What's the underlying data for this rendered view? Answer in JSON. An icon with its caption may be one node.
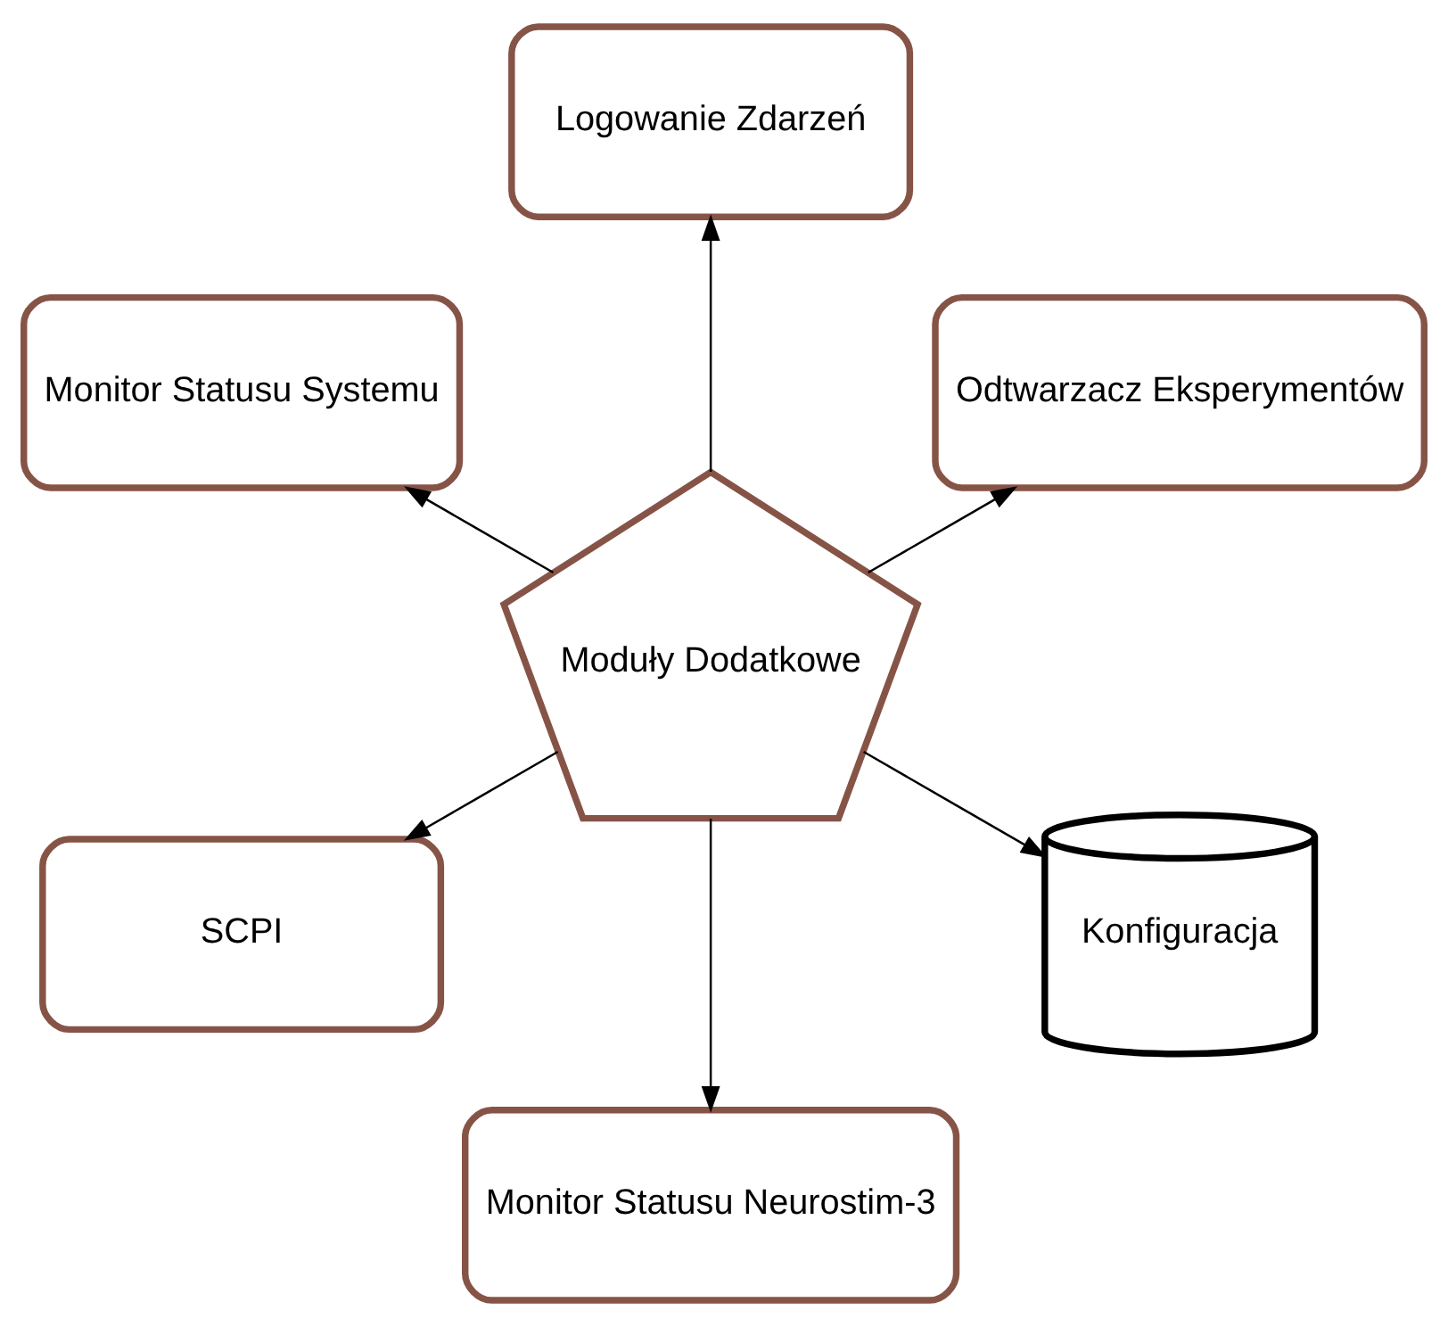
{
  "diagram": {
    "nodes": [
      {
        "text": [
          "Moduły Dodatkowe"
        ]
      },
      {
        "text": [
          "Odtwarzacz Eksperymentów"
        ]
      },
      {
        "text": [
          "Logowanie Zdarzeń"
        ]
      },
      {
        "text": [
          "Monitor Statusu Systemu"
        ]
      },
      {
        "text": [
          "SCPI"
        ]
      },
      {
        "text": [
          "Monitor Statusu Neurostim-3"
        ]
      },
      {
        "text": [
          "Konfiguracja"
        ]
      }
    ],
    "edges": [
      {
        "from": 0,
        "to": 1,
        "arrow": "to"
      },
      {
        "from": 0,
        "to": 2,
        "arrow": "to"
      },
      {
        "from": 0,
        "to": 3,
        "arrow": "to"
      },
      {
        "from": 0,
        "to": 4,
        "arrow": "to"
      },
      {
        "from": 0,
        "to": 5,
        "arrow": "to"
      },
      {
        "from": 0,
        "to": 6,
        "arrow": "to"
      }
    ]
  }
}
